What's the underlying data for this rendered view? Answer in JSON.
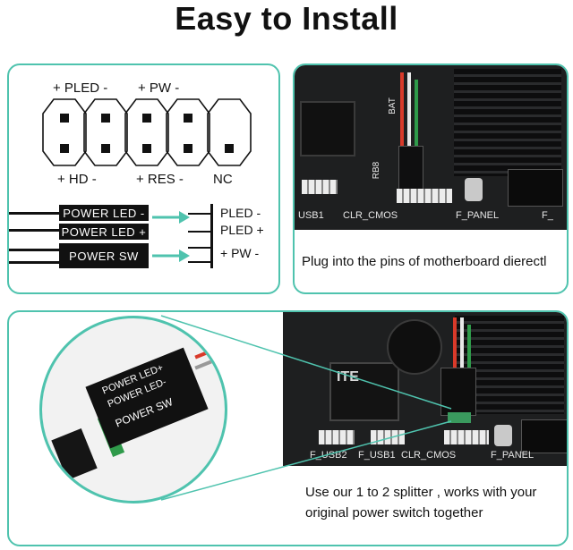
{
  "title": "Easy to Install",
  "header_pins": {
    "top_labels": [
      "+ PLED -",
      "+ PW -"
    ],
    "bottom_labels": [
      "+ HD -",
      "+ RES -",
      "NC"
    ]
  },
  "cable": {
    "connectors": [
      "POWER LED -",
      "POWER LED +",
      "POWER  SW"
    ],
    "pin_labels": [
      "PLED  -",
      "PLED +",
      "+ PW -"
    ]
  },
  "motherboard_top": {
    "labels": [
      "USB1",
      "CLR_CMOS",
      "F_PANEL",
      "F_",
      "RB8",
      "BAT"
    ],
    "caption": "Plug into the pins of motherboard dierectl"
  },
  "motherboard_bottom": {
    "labels": [
      "F_USB2",
      "F_USB1",
      "CLR_CMOS",
      "F_PANEL"
    ],
    "chip": "ITE",
    "caption_lines": [
      "Use our 1 to 2 splitter , works with your",
      "original power switch together"
    ]
  },
  "zoom": {
    "labels": [
      "POWER LED+",
      "POWER LED-",
      "POWER  SW"
    ]
  },
  "colors": {
    "accent": "#4fc3ae",
    "board": "#1e1f20"
  }
}
